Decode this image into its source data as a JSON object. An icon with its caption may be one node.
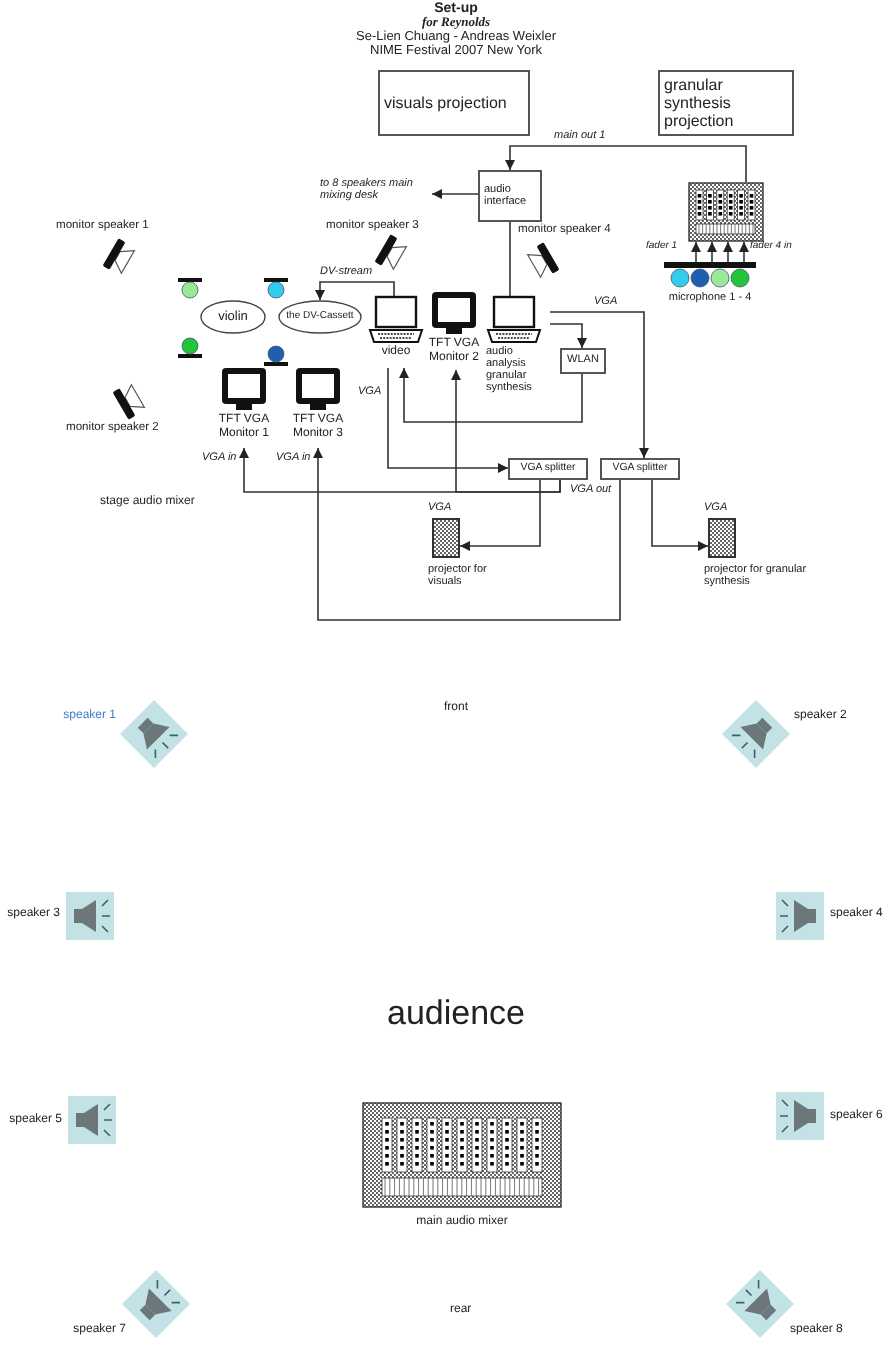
{
  "diagram": {
    "title": "Set-up",
    "nodes": [
      {
        "text": [
          "visuals projection"
        ]
      },
      {
        "text": [
          "granular synthesis projection"
        ]
      },
      {
        "text": [
          "audio interface"
        ]
      },
      {
        "text": [],
        "shape": "picture",
        "beside": [
          "fader 1",
          "fader 4 in"
        ]
      },
      {
        "text": [
          "video"
        ]
      },
      {
        "text": [
          "TFT VGA Monitor 2"
        ]
      },
      {
        "text": [
          "audio analysis granular synthesis"
        ]
      },
      {
        "text": [
          "WLAN"
        ]
      },
      {
        "text": [
          "violin"
        ]
      },
      {
        "text": [
          "the DV-Cassett"
        ]
      },
      {
        "text": [
          "TFT VGA Monitor 1"
        ]
      },
      {
        "text": [
          "TFT VGA Monitor 3"
        ]
      },
      {
        "text": [
          "VGA splitter"
        ]
      },
      {
        "text": [
          "VGA splitter"
        ]
      },
      {
        "text": [],
        "shape": "box",
        "beside": [
          "VGA",
          "projector for visuals"
        ]
      },
      {
        "text": [],
        "shape": "box",
        "beside": [
          "VGA",
          "projector for granular synthesis"
        ]
      },
      {
        "text": [
          "microphone 1 - 4"
        ]
      },
      {
        "text": [
          "main audio mixer"
        ]
      },
      {
        "text": [
          "speaker 1"
        ]
      },
      {
        "text": [
          "speaker 2"
        ]
      },
      {
        "text": [
          "speaker 3"
        ]
      },
      {
        "text": [
          "speaker 4"
        ]
      },
      {
        "text": [
          "speaker 5"
        ]
      },
      {
        "text": [
          "speaker 6"
        ]
      },
      {
        "text": [
          "speaker 7"
        ]
      },
      {
        "text": [
          "speaker 8"
        ]
      },
      {
        "text": [
          "monitor speaker 1"
        ]
      },
      {
        "text": [
          "monitor speaker 2"
        ]
      },
      {
        "text": [
          "monitor speaker 3"
        ]
      },
      {
        "text": [
          "monitor speaker 4"
        ]
      },
      {
        "text": [
          "to 8 speakers main mixing desk"
        ]
      }
    ],
    "edges": [
      {
        "from": 3,
        "to": 2,
        "arrow": "to",
        "label": "main out 1"
      },
      {
        "from": 2,
        "to": 30,
        "arrow": "to"
      },
      {
        "from": 16,
        "to": 3,
        "arrow": "to"
      },
      {
        "from": 16,
        "to": 3,
        "arrow": "to"
      },
      {
        "from": 16,
        "to": 3,
        "arrow": "to"
      },
      {
        "from": 16,
        "to": 3,
        "arrow": "to"
      },
      {
        "from": 4,
        "to": 9,
        "arrow": "to",
        "label": "DV-stream"
      },
      {
        "from": 6,
        "to": 13,
        "arrow": "to",
        "label": "VGA"
      },
      {
        "from": 6,
        "to": 7,
        "arrow": "to"
      },
      {
        "from": 7,
        "to": 4,
        "arrow": "to"
      },
      {
        "from": 4,
        "to": 12,
        "arrow": "to",
        "label": "VGA"
      },
      {
        "from": 12,
        "to": 10,
        "arrow": "to",
        "label": "VGA in"
      },
      {
        "from": 12,
        "to": 5,
        "arrow": "to"
      },
      {
        "from": 12,
        "to": 14,
        "arrow": "to"
      },
      {
        "from": 13,
        "to": 15,
        "arrow": "to"
      },
      {
        "from": 13,
        "to": 11,
        "arrow": "to",
        "label": "VGA in"
      },
      {
        "from": 6,
        "to": 2,
        "arrow": "none"
      }
    ],
    "labels": [
      "for Reynolds",
      "Se-Lien Chuang - Andreas Weixler",
      "NIME Festival 2007 New York",
      "VGA out",
      "stage audio mixer",
      "front",
      "audience",
      "rear"
    ]
  }
}
